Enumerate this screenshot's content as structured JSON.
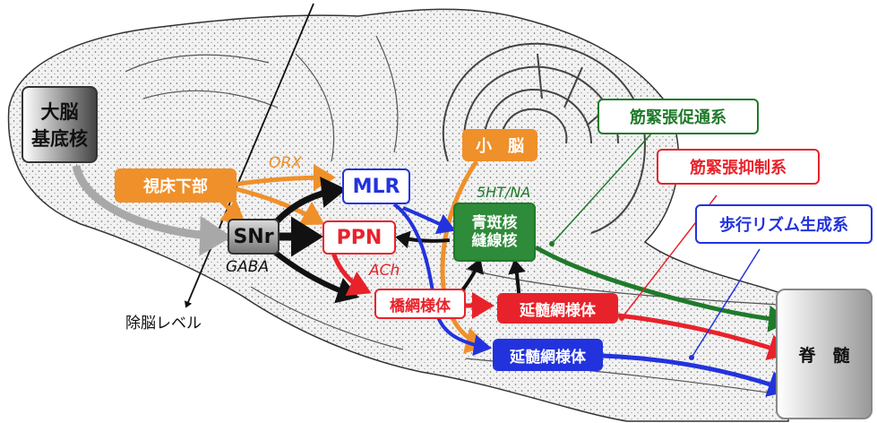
{
  "nodes": {
    "basal_ganglia": [
      "大脳",
      "基底核"
    ],
    "hypothalamus": "視床下部",
    "snr": "SNr",
    "mlr": "MLR",
    "ppn": "PPN",
    "cerebellum": "小　脳",
    "lc_raphe": [
      "青斑核",
      "縫線核"
    ],
    "pontine_rf": "橋網様体",
    "medullary_rf_red": "延髄網様体",
    "medullary_rf_blue": "延髄網様体",
    "spinal_cord": "脊　髄"
  },
  "labels": {
    "orx": "ORX",
    "gaba": "GABA",
    "ach": "ACh",
    "ht_na": "5HT/NA",
    "decerebration": "除脳レベル"
  },
  "legend": {
    "facilitation": "筋緊張促通系",
    "inhibition": "筋緊張抑制系",
    "rhythm": "歩行リズム生成系"
  },
  "colors": {
    "orange": "#f0902a",
    "blue": "#2233dd",
    "red": "#e8222a",
    "green": "#1f7a2a",
    "gray": "#a8a8a8",
    "black": "#111111"
  }
}
